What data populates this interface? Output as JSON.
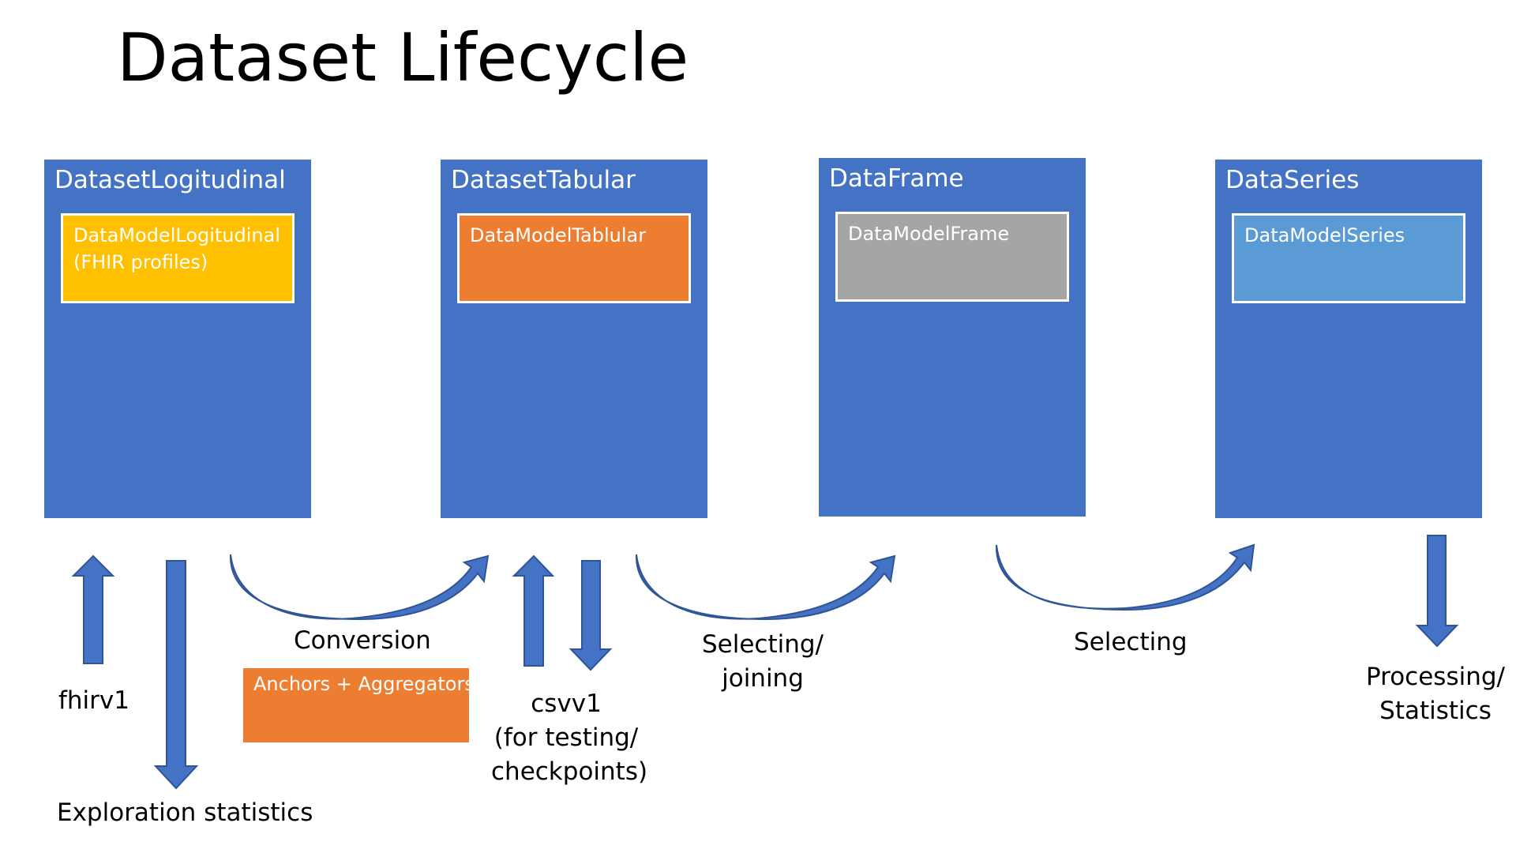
{
  "title": "Dataset Lifecycle",
  "colors": {
    "stage_blue": "#4472C4",
    "arrow_blue": "#4472C4",
    "arrow_outline": "#2F5597",
    "yellow": "#FFC000",
    "orange": "#ED7D31",
    "gray": "#A5A5A5",
    "light_blue": "#5B9BD5"
  },
  "stages": [
    {
      "title": "DatasetLogitudinal",
      "model": "DataModelLogitudinal\n(FHIR profiles)",
      "model_color": "#FFC000"
    },
    {
      "title": "DatasetTabular",
      "model": "DataModelTablular",
      "model_color": "#ED7D31"
    },
    {
      "title": "DataFrame",
      "model": "DataModelFrame",
      "model_color": "#A5A5A5"
    },
    {
      "title": "DataSeries",
      "model": "DataModelSeries",
      "model_color": "#5B9BD5"
    }
  ],
  "labels": {
    "fhirv1": "fhirv1",
    "exploration": "Exploration statistics",
    "conversion": "Conversion",
    "anchors": "Anchors + Aggregators",
    "csvv1_line1": "csvv1",
    "csvv1_line2": "(for testing/",
    "csvv1_line3": "checkpoints)",
    "selecting_joining_line1": "Selecting/",
    "selecting_joining_line2": "joining",
    "selecting": "Selecting",
    "processing_line1": "Processing/",
    "processing_line2": "Statistics"
  }
}
